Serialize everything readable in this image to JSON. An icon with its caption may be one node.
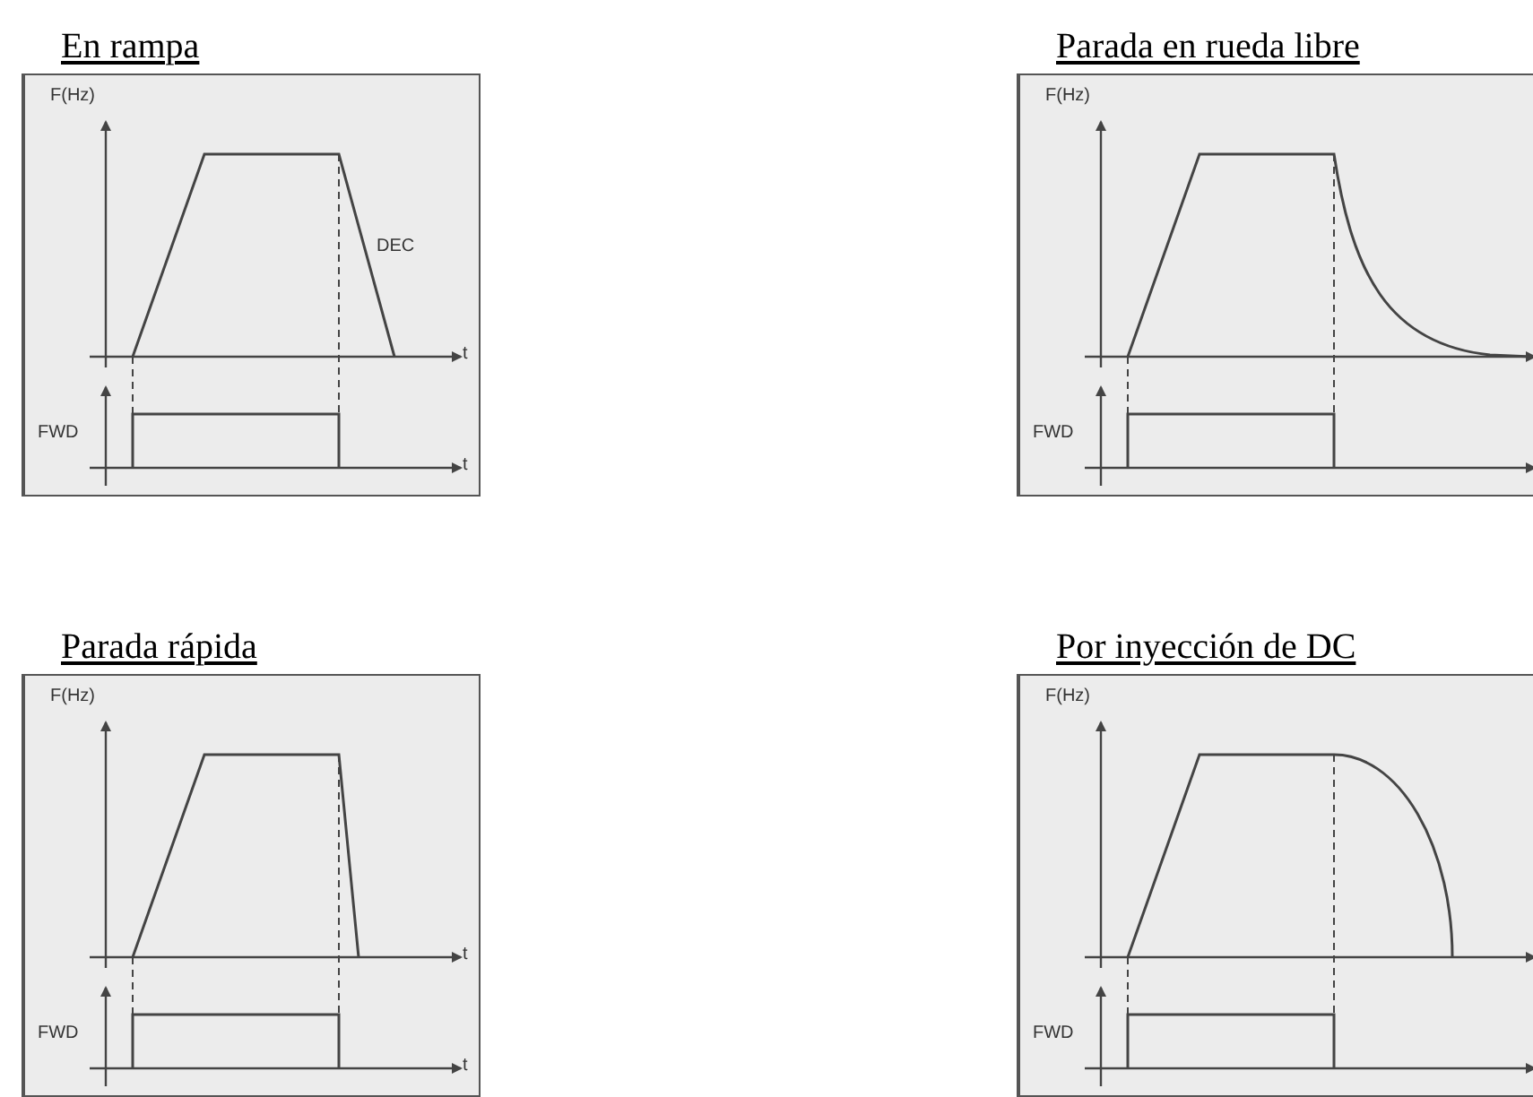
{
  "diagram": {
    "nodes": [
      {
        "text": [
          "En rampa"
        ]
      },
      {
        "text": [
          "Parada en rueda libre"
        ]
      },
      {
        "text": [
          "Parada rápida"
        ]
      },
      {
        "text": [
          "Por inyección de DC"
        ]
      }
    ],
    "labels": [
      "F(Hz)",
      "DEC",
      "t",
      "FWD",
      "t",
      "F(Hz)",
      "FWD",
      "F(Hz)",
      "t",
      "FWD",
      "t",
      "F(Hz)",
      "FWD"
    ]
  }
}
